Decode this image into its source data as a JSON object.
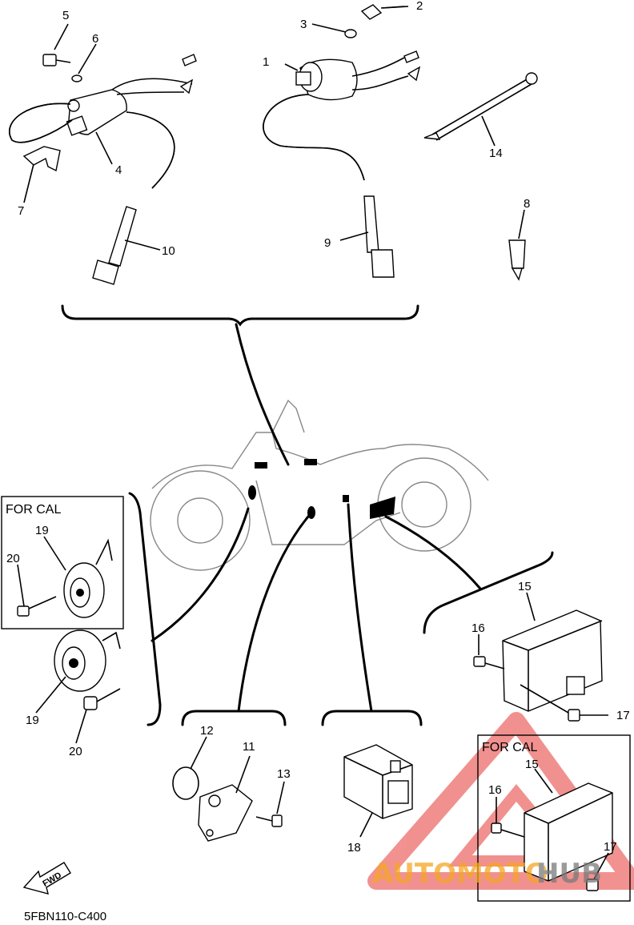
{
  "diagram_code": "5FBN110-C400",
  "fwd_label": "FWD",
  "for_cal_labels": [
    "FOR CAL",
    "FOR CAL"
  ],
  "callouts": [
    "1",
    "2",
    "3",
    "4",
    "5",
    "6",
    "7",
    "8",
    "9",
    "10",
    "11",
    "12",
    "13",
    "14",
    "15",
    "16",
    "17",
    "18",
    "19",
    "20",
    "19",
    "20",
    "15",
    "16",
    "17"
  ],
  "watermark": {
    "text_a": "AUTOMOTO",
    "text_b": "HUB",
    "color_a": "#f5a623",
    "color_b": "#7a7a7a",
    "triangle_color": "#e53935"
  }
}
